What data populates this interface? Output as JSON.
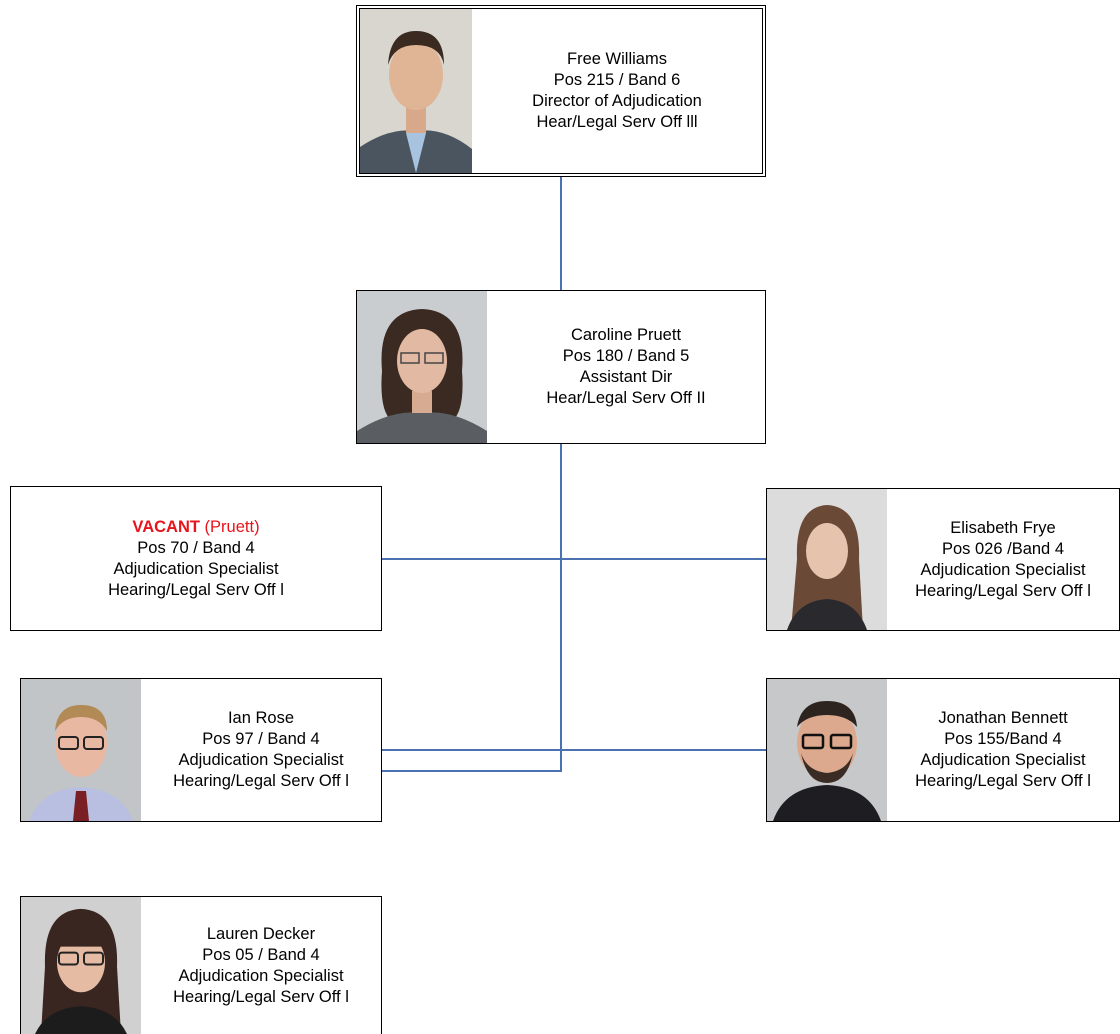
{
  "org_chart": {
    "director": {
      "name": "Free Williams",
      "position": "Pos 215 / Band 6",
      "title": "Director of Adjudication",
      "classification": "Hear/Legal Serv Off lll",
      "photo": "portrait-man-dark-hair"
    },
    "assistant_director": {
      "name": "Caroline Pruett",
      "position": "Pos 180 / Band 5",
      "title": "Assistant Dir",
      "classification": "Hear/Legal Serv Off II",
      "photo": "portrait-woman-glasses"
    },
    "vacant": {
      "status": "VACANT",
      "note": "(Pruett)",
      "position": "Pos 70 / Band 4",
      "title": "Adjudication Specialist",
      "classification": "Hearing/Legal Serv Off l",
      "status_color": "#e8141b"
    },
    "frye": {
      "name": "Elisabeth Frye",
      "position": "Pos 026 /Band 4",
      "title": "Adjudication Specialist",
      "classification": "Hearing/Legal Serv Off l",
      "photo": "portrait-woman-long-hair"
    },
    "rose": {
      "name": "Ian Rose",
      "position": "Pos 97 / Band 4",
      "title": "Adjudication Specialist",
      "classification": "Hearing/Legal Serv Off l",
      "photo": "portrait-man-glasses-tie"
    },
    "bennett": {
      "name": "Jonathan Bennett",
      "position": "Pos 155/Band 4",
      "title": "Adjudication Specialist",
      "classification": "Hearing/Legal Serv Off l",
      "photo": "portrait-man-beard-glasses"
    },
    "decker": {
      "name": "Lauren Decker",
      "position": "Pos 05 / Band 4",
      "title": "Adjudication Specialist",
      "classification": "Hearing/Legal Serv Off l",
      "photo": "portrait-woman-bangs-glasses"
    }
  }
}
